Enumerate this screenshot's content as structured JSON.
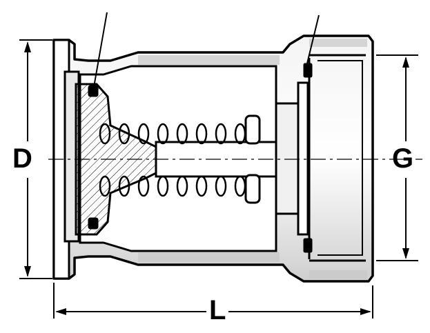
{
  "labels": {
    "d": "D",
    "g": "G",
    "l": "L"
  },
  "colors": {
    "line": "#000000",
    "body_shade": "#e2e2e2",
    "dark_shade": "#b5b5b5",
    "paper": "#ffffff"
  }
}
